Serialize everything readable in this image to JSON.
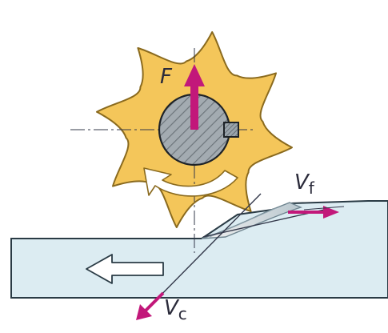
{
  "labels": {
    "force": "F",
    "feed_velocity": "V",
    "feed_velocity_sub": "f",
    "cutting_velocity": "V",
    "cutting_velocity_sub": "c"
  },
  "colors": {
    "cutter_fill": "#f4c65a",
    "cutter_stroke": "#8a6a1e",
    "hub_fill": "#9ea6ac",
    "workpiece_fill": "#dcecf2",
    "workpiece_stroke": "#2a3b45",
    "arrow_magenta": "#c2187a",
    "line_dark": "#33384a",
    "rotation_arrow": "#ffffff"
  },
  "icons": {
    "rotation": "curved-arrow-icon",
    "feed_direction": "hollow-left-arrow-icon",
    "keyway": "key-square-icon"
  }
}
